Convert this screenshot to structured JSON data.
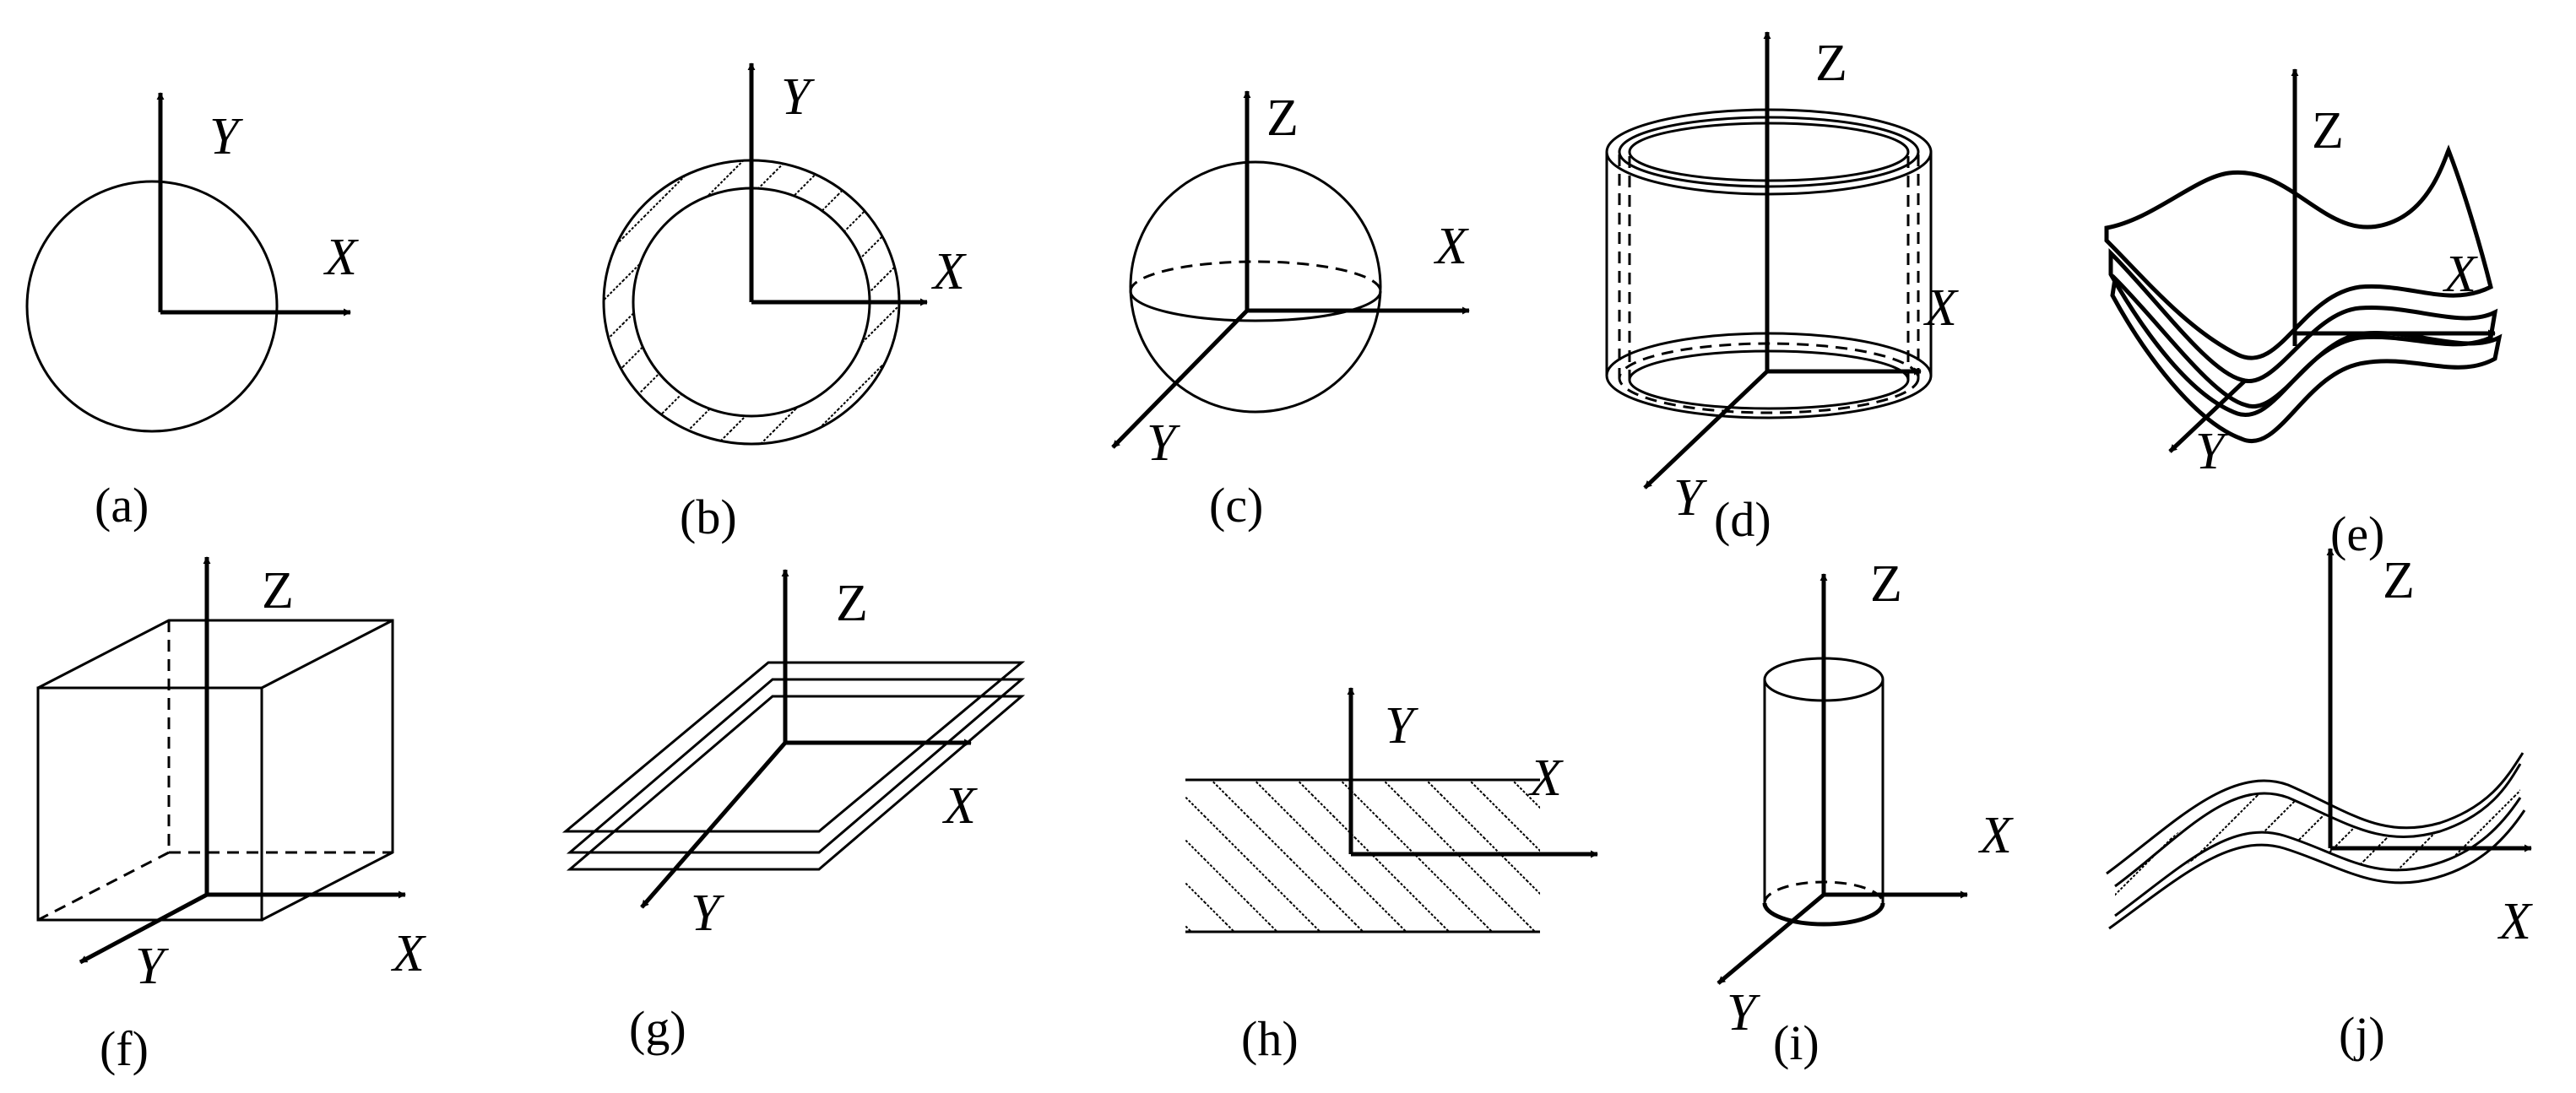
{
  "captions": {
    "a": "(a)",
    "b": "(b)",
    "c": "(c)",
    "d": "(d)",
    "e": "(e)",
    "f": "(f)",
    "g": "(g)",
    "h": "(h)",
    "i": "(i)",
    "j": "(j)"
  },
  "axis_labels": {
    "x": "X",
    "y": "Y",
    "z": "Z"
  }
}
